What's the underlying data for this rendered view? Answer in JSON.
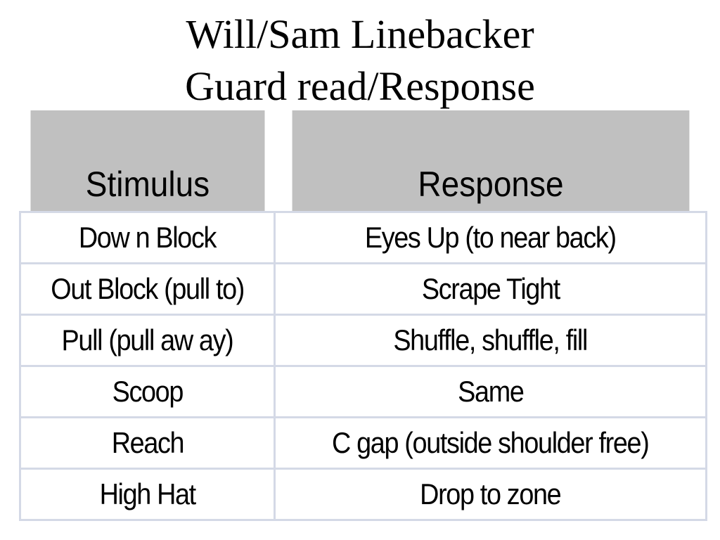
{
  "title": {
    "line1": "Will/Sam Linebacker",
    "line2": "Guard read/Response"
  },
  "table": {
    "headers": [
      "Stimulus",
      "Response"
    ],
    "rows": [
      [
        "Dow n Block",
        "Eyes Up (to near back)"
      ],
      [
        "Out Block (pull to)",
        "Scrape Tight"
      ],
      [
        "Pull (pull aw ay)",
        "Shuffle, shuffle, fill"
      ],
      [
        "Scoop",
        "Same"
      ],
      [
        "Reach",
        "C gap (outside shoulder free)"
      ],
      [
        "High Hat",
        "Drop to zone"
      ]
    ]
  }
}
